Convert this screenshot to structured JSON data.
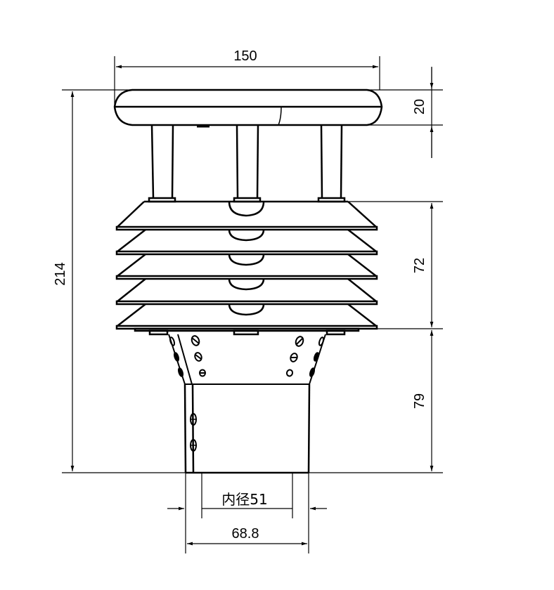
{
  "drawing": {
    "subject": "Louvered radiation shield sensor housing",
    "line_color": "#000000",
    "background": "#ffffff",
    "louver_count": 5,
    "post_count": 3
  },
  "dimensions": {
    "top_width": "150",
    "cap_height": "20",
    "total_height": "214",
    "louver_stack_height": "72",
    "base_height": "79",
    "inner_diameter": "内径51",
    "outer_diameter": "68.8"
  }
}
